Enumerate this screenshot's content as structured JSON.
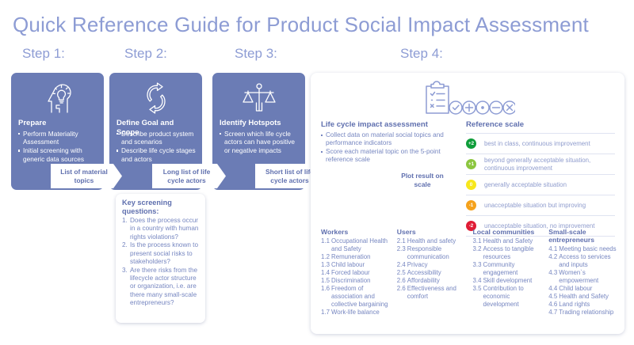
{
  "title": "Quick Reference Guide for Product Social Impact Assessment",
  "colors": {
    "title_blue": "#8d9cd4",
    "box_blue": "#6b7cb5",
    "text_blue": "#7686c0",
    "heading_blue": "#5f6fae",
    "scale_plus2": "#0f9d3a",
    "scale_plus1": "#8cc63f",
    "scale_zero": "#f7e71c",
    "scale_minus1": "#f5a21c",
    "scale_minus2": "#e01c35"
  },
  "steps": [
    {
      "label": "Step 1:",
      "icon": "head-lightbulb-icon",
      "heading": "Prepare",
      "items": [
        "Perform Materiality Assessment",
        "Initial screening with generic data sources"
      ],
      "callout": "List of material topics"
    },
    {
      "label": "Step 2:",
      "icon": "recycle-arrows-icon",
      "heading": "Define Goal and Scope",
      "items": [
        "Describe product system and scenarios",
        "Describe life cycle stages and actors"
      ],
      "callout": "Long list of life cycle actors"
    },
    {
      "label": "Step 3:",
      "icon": "balance-scales-icon",
      "heading": "Identify Hotspots",
      "items": [
        "Screen which life cycle actors can have positive or negative impacts"
      ],
      "callout": "Short list of life cycle actors"
    }
  ],
  "key_questions": {
    "title_bold": "Key screening",
    "title_rest": "questions",
    "title_colon": ":",
    "items": [
      {
        "num": "1.",
        "text": "Does the process occur in a country with human rights violations?"
      },
      {
        "num": "2.",
        "text": "Is the process known to present social risks to stakeholders?"
      },
      {
        "num": "3.",
        "text": "Are there risks from the lifecycle actor structure or organization, i.e. are there many small-scale entrepreneurs?"
      }
    ]
  },
  "step4": {
    "label": "Step 4:",
    "icon": "clipboard-score-icon",
    "lcia": {
      "heading": "Life cycle impact assessment",
      "items": [
        "Collect data on material social topics and performance indicators",
        "Score each material topic on the 5-point reference scale"
      ]
    },
    "plot_callout": "Plot result on scale",
    "reference_scale": {
      "heading": "Reference scale",
      "rows": [
        {
          "value": "+2",
          "color": "#0f9d3a",
          "text": "best in class, continuous improvement"
        },
        {
          "value": "+1",
          "color": "#8cc63f",
          "text": "beyond generally acceptable situation, continuous improvement"
        },
        {
          "value": "0",
          "color": "#f7e71c",
          "text": "generally acceptable situation"
        },
        {
          "value": "-1",
          "color": "#f5a21c",
          "text": "unacceptable situation but improving"
        },
        {
          "value": "-2",
          "color": "#e01c35",
          "text": "unacceptable situation, no improvement"
        }
      ]
    },
    "categories": [
      {
        "title": "Workers",
        "items": [
          {
            "num": "1.1",
            "text": "Occupational Health and Safety"
          },
          {
            "num": "1.2",
            "text": "Remuneration"
          },
          {
            "num": "1.3",
            "text": "Child labour"
          },
          {
            "num": "1.4",
            "text": "Forced labour"
          },
          {
            "num": "1.5",
            "text": "Discrimination"
          },
          {
            "num": "1.6",
            "text": "Freedom of association and collective bargaining"
          },
          {
            "num": "1.7",
            "text": "Work-life balance"
          }
        ]
      },
      {
        "title": "Users",
        "items": [
          {
            "num": "2.1",
            "text": "Health and safety"
          },
          {
            "num": "2.3",
            "text": "Responsible communication"
          },
          {
            "num": "2.4",
            "text": "Privacy"
          },
          {
            "num": "2.5",
            "text": "Accessibility"
          },
          {
            "num": "2.6",
            "text": "Affordability"
          },
          {
            "num": "2.6",
            "text": "Effectiveness and comfort"
          }
        ]
      },
      {
        "title": "Local communities",
        "items": [
          {
            "num": "3.1",
            "text": "Health and Safety"
          },
          {
            "num": "3.2",
            "text": "Access to tangible resources"
          },
          {
            "num": "3.3",
            "text": "Community engagement"
          },
          {
            "num": "3.4",
            "text": "Skill development"
          },
          {
            "num": "3.5",
            "text": "Contribution to economic development"
          }
        ]
      },
      {
        "title": "Small-scale entrepreneurs",
        "items": [
          {
            "num": "4.1",
            "text": "Meeting basic needs"
          },
          {
            "num": "4.2",
            "text": "Access to services and inputs"
          },
          {
            "num": "4.3",
            "text": "Women`s empowerment"
          },
          {
            "num": "4.4",
            "text": "Child labour"
          },
          {
            "num": "4.5",
            "text": "Health and Safety"
          },
          {
            "num": "4.6",
            "text": "Land rights"
          },
          {
            "num": "4.7",
            "text": "Trading relationship"
          }
        ]
      }
    ]
  }
}
